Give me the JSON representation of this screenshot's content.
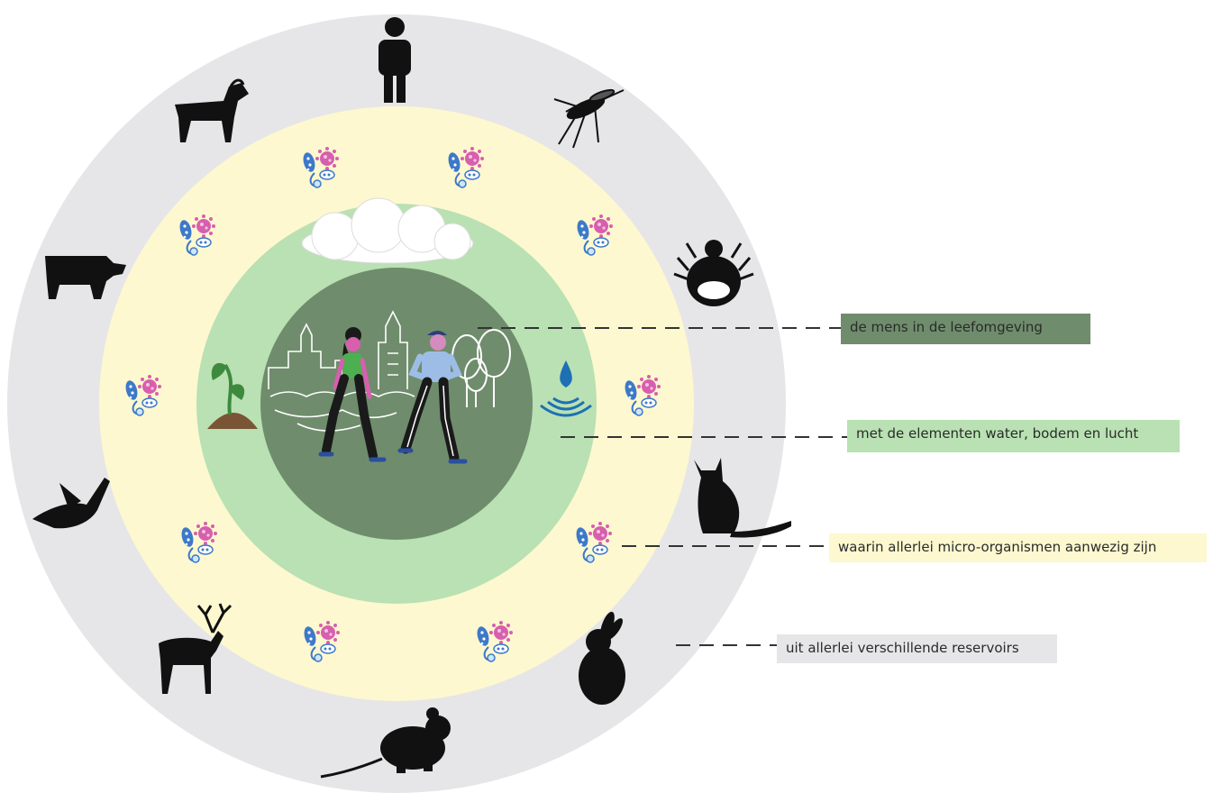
{
  "colors": {
    "outer_ring": "#e6e6e8",
    "middle_ring": "#fdf8cf",
    "inner_ring": "#b9e1b3",
    "core": "#6f8d6c",
    "label_human_bg": "#6f8d6c",
    "label_elements_bg": "#b9e1b3",
    "label_micro_bg": "#fdf8cf",
    "label_reservoir_bg": "#e6e6e8",
    "silhouette": "#111111",
    "water_drop": "#1e6fb4",
    "plant_green": "#3d8a3e",
    "soil_brown": "#7a5535",
    "microbe_blue": "#3d79c9",
    "microbe_pink": "#d75fae"
  },
  "labels": {
    "human": "de mens in de leefomgeving",
    "elements": "met de elementen water, bodem en lucht",
    "micro": "waarin allerlei micro-organismen aanwezig zijn",
    "reservoirs": "uit allerlei verschillende reservoirs"
  },
  "icons": {
    "reservoirs": [
      "human-icon",
      "mosquito-icon",
      "tick-icon",
      "cat-icon",
      "rabbit-icon",
      "rat-icon",
      "deer-icon",
      "bird-icon",
      "cow-icon",
      "goat-icon"
    ],
    "elements": [
      "cloud-icon",
      "plant-icon",
      "water-drop-icon"
    ],
    "microbe": "microbe-cluster-icon",
    "scene": [
      "city-skyline-icon",
      "trees-icon",
      "woman-walking-icon",
      "man-walking-icon"
    ]
  }
}
